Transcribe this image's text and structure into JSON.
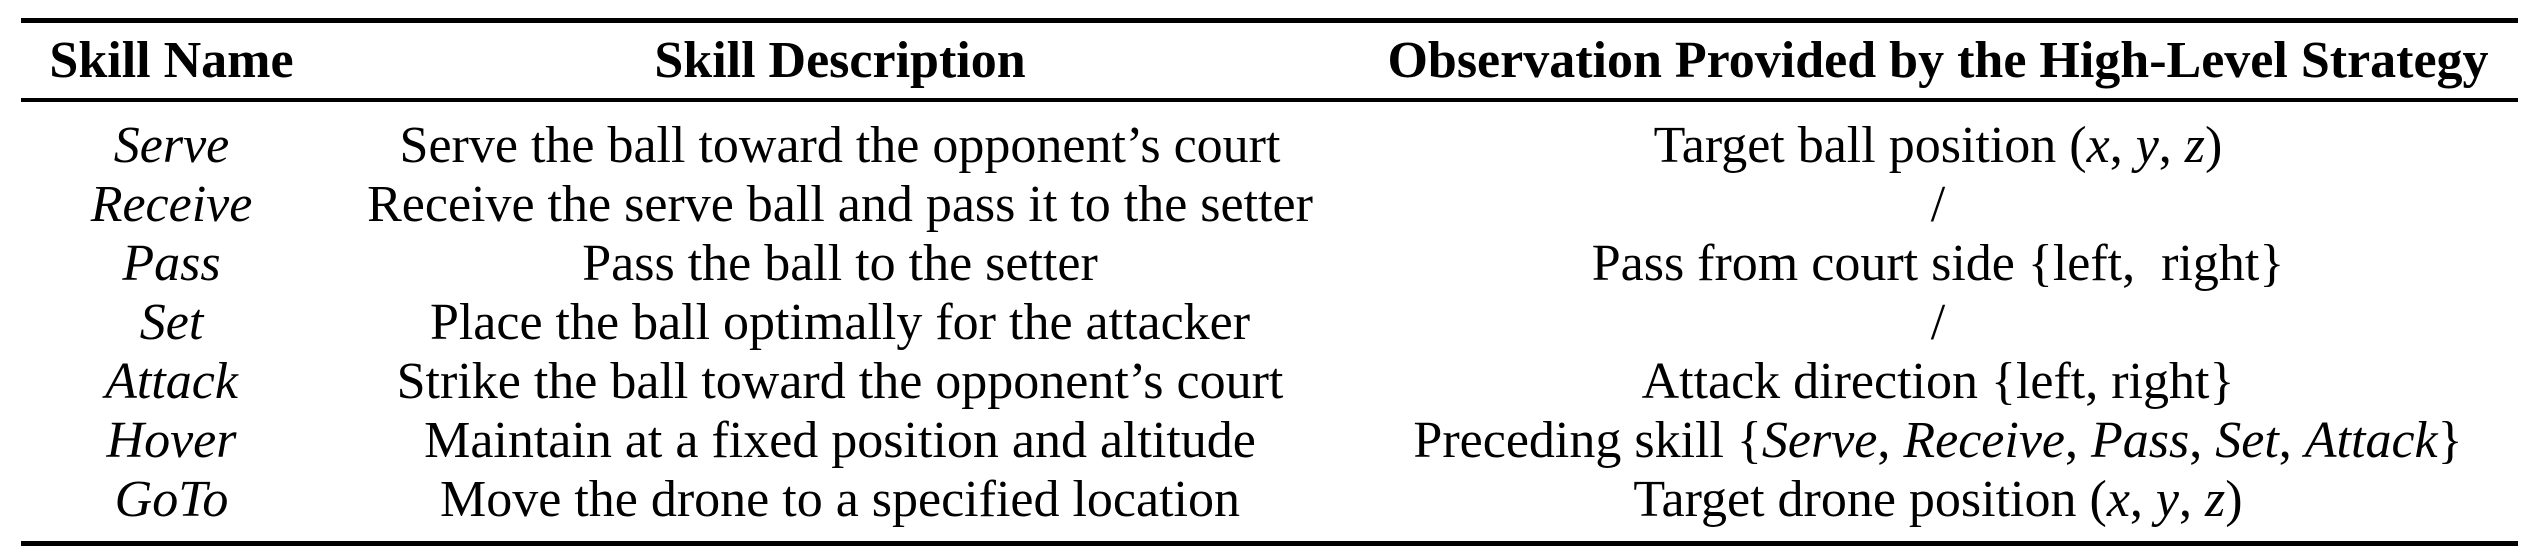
{
  "colors": {
    "text": "#000000",
    "background": "#ffffff",
    "rule": "#000000"
  },
  "table": {
    "columns": [
      "Skill Name",
      "Skill Description",
      "Observation Provided by the High-Level Strategy"
    ],
    "rows": [
      {
        "skill": "Serve",
        "description": "Serve the ball toward the opponent’s court",
        "observation": [
          {
            "t": "Target ball position (",
            "s": "plain"
          },
          {
            "t": "x",
            "s": "italic"
          },
          {
            "t": ", ",
            "s": "plain"
          },
          {
            "t": "y",
            "s": "italic"
          },
          {
            "t": ", ",
            "s": "plain"
          },
          {
            "t": "z",
            "s": "italic"
          },
          {
            "t": ")",
            "s": "plain"
          }
        ]
      },
      {
        "skill": "Receive",
        "description": "Receive the serve ball and pass it to the setter",
        "observation": [
          {
            "t": "/",
            "s": "plain"
          }
        ]
      },
      {
        "skill": "Pass",
        "description": "Pass the ball to the setter",
        "observation": [
          {
            "t": "Pass from court side {left, right}",
            "s": "plain"
          }
        ]
      },
      {
        "skill": "Set",
        "description": "Place the ball optimally for the attacker",
        "observation": [
          {
            "t": "/",
            "s": "plain"
          }
        ]
      },
      {
        "skill": "Attack",
        "description": "Strike the ball toward the opponent’s court",
        "observation": [
          {
            "t": "Attack direction {left, right}",
            "s": "plain"
          }
        ]
      },
      {
        "skill": "Hover",
        "description": "Maintain at a fixed position and altitude",
        "observation": [
          {
            "t": "Preceding skill {",
            "s": "plain"
          },
          {
            "t": "Serve",
            "s": "italic"
          },
          {
            "t": ", ",
            "s": "plain"
          },
          {
            "t": "Receive",
            "s": "italic"
          },
          {
            "t": ", ",
            "s": "plain"
          },
          {
            "t": "Pass",
            "s": "italic"
          },
          {
            "t": ", ",
            "s": "plain"
          },
          {
            "t": "Set",
            "s": "italic"
          },
          {
            "t": ", ",
            "s": "plain"
          },
          {
            "t": "Attack",
            "s": "italic"
          },
          {
            "t": "}",
            "s": "plain"
          }
        ]
      },
      {
        "skill": "GoTo",
        "description": "Move the drone to a specified location",
        "observation": [
          {
            "t": "Target drone position (",
            "s": "plain"
          },
          {
            "t": "x",
            "s": "italic"
          },
          {
            "t": ", ",
            "s": "plain"
          },
          {
            "t": "y",
            "s": "italic"
          },
          {
            "t": ", ",
            "s": "plain"
          },
          {
            "t": "z",
            "s": "italic"
          },
          {
            "t": ")",
            "s": "plain"
          }
        ]
      }
    ]
  }
}
